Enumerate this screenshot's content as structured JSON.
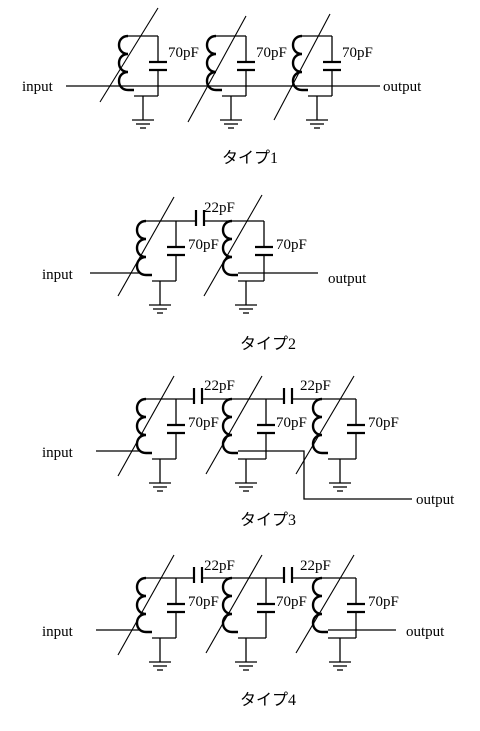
{
  "labels": {
    "input": "input",
    "output": "output",
    "cap70": "70pF",
    "cap22": "22pF"
  },
  "captions": [
    "タイプ1",
    "タイプ2",
    "タイプ3",
    "タイプ4"
  ]
}
